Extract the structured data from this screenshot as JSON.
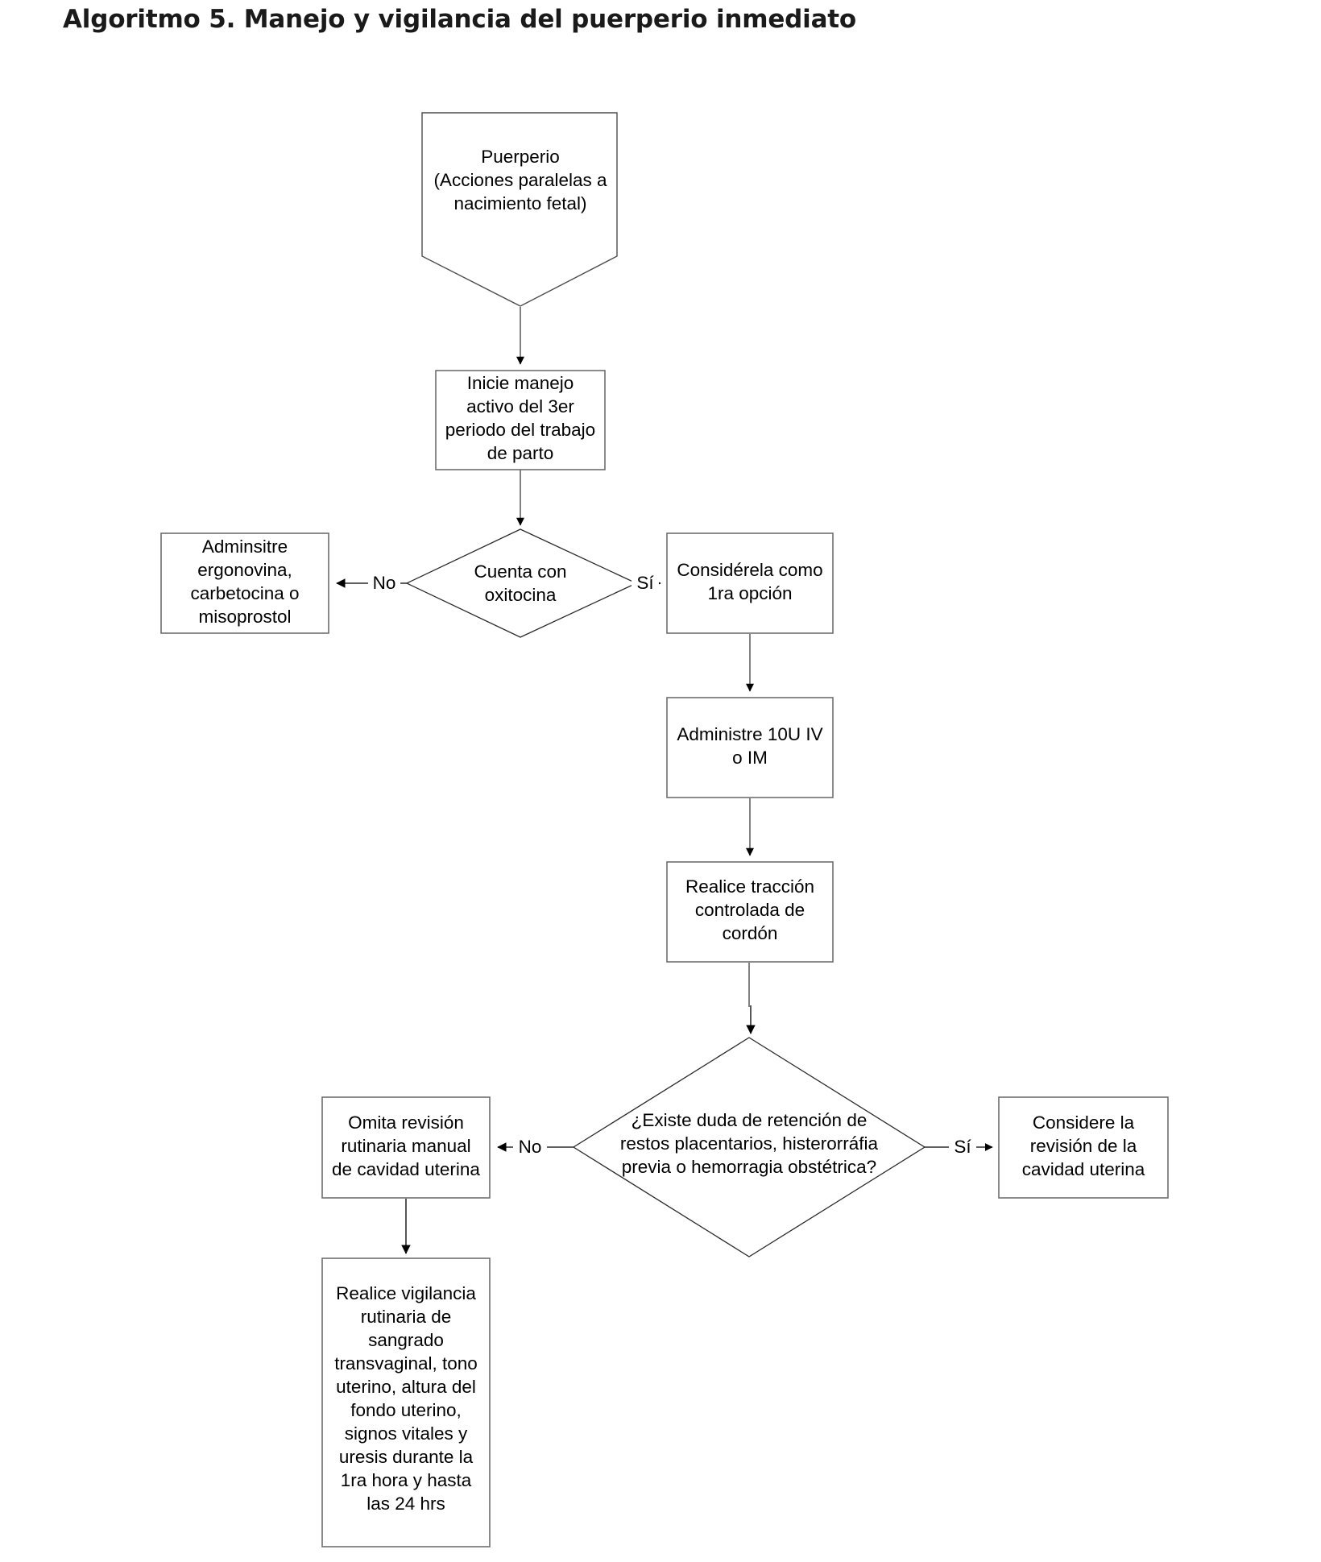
{
  "page": {
    "title": "Algoritmo 5. Manejo y vigilancia del puerperio inmediato",
    "background_color": "#ffffff",
    "text_color": "#000000",
    "node_border_color": "#6e6e6e"
  },
  "diagram": {
    "type": "flowchart",
    "orientation": "top-down",
    "nodes": [
      {
        "id": "start",
        "shape": "pentagon-down",
        "lines": [
          "Puerperio",
          "(Acciones paralelas a",
          "nacimiento fetal)"
        ]
      },
      {
        "id": "manejo-activo",
        "shape": "rect",
        "lines": [
          "Inicie manejo",
          "activo del 3er",
          "periodo del trabajo",
          "de parto"
        ]
      },
      {
        "id": "cuenta-oxitocina",
        "shape": "diamond",
        "lines": [
          "Cuenta con",
          "oxitocina"
        ]
      },
      {
        "id": "ergonovina",
        "shape": "rect",
        "lines": [
          "Adminsitre",
          "ergonovina,",
          "carbetocina o",
          "misoprostol"
        ]
      },
      {
        "id": "considerela-1ra",
        "shape": "rect",
        "lines": [
          "Considérela como",
          "1ra opción"
        ]
      },
      {
        "id": "administre-10u",
        "shape": "rect",
        "lines": [
          "Administre 10U IV",
          "o IM"
        ]
      },
      {
        "id": "traccion-cordon",
        "shape": "rect",
        "lines": [
          "Realice tracción",
          "controlada de",
          "cordón"
        ]
      },
      {
        "id": "duda-retencion",
        "shape": "diamond",
        "lines": [
          "¿Existe duda de retención de",
          "restos placentarios, histerorráfia",
          "previa o hemorragia obstétrica?"
        ]
      },
      {
        "id": "omita-revision",
        "shape": "rect",
        "lines": [
          "Omita revisión",
          "rutinaria manual",
          "de cavidad uterina"
        ]
      },
      {
        "id": "considere-revision",
        "shape": "rect",
        "lines": [
          "Considere la",
          "revisión de la",
          "cavidad uterina"
        ]
      },
      {
        "id": "vigilancia-rutinaria",
        "shape": "rect",
        "lines": [
          "Realice vigilancia",
          "rutinaria de",
          "sangrado",
          "transvaginal, tono",
          "uterino, altura del",
          "fondo uterino,",
          "signos vitales y",
          "uresis durante la",
          "1ra hora y hasta",
          "las 24 hrs"
        ]
      }
    ],
    "edges": [
      {
        "id": "e1",
        "from": "start",
        "to": "manejo-activo",
        "label": ""
      },
      {
        "id": "e2",
        "from": "manejo-activo",
        "to": "cuenta-oxitocina",
        "label": ""
      },
      {
        "id": "e3",
        "from": "cuenta-oxitocina",
        "to": "ergonovina",
        "label": "No"
      },
      {
        "id": "e4",
        "from": "cuenta-oxitocina",
        "to": "considerela-1ra",
        "label": "Sí"
      },
      {
        "id": "e5",
        "from": "considerela-1ra",
        "to": "administre-10u",
        "label": ""
      },
      {
        "id": "e6",
        "from": "administre-10u",
        "to": "traccion-cordon",
        "label": ""
      },
      {
        "id": "e7",
        "from": "traccion-cordon",
        "to": "duda-retencion",
        "label": ""
      },
      {
        "id": "e8",
        "from": "duda-retencion",
        "to": "omita-revision",
        "label": "No"
      },
      {
        "id": "e9",
        "from": "duda-retencion",
        "to": "considere-revision",
        "label": "Sí"
      },
      {
        "id": "e10",
        "from": "omita-revision",
        "to": "vigilancia-rutinaria",
        "label": ""
      }
    ]
  }
}
